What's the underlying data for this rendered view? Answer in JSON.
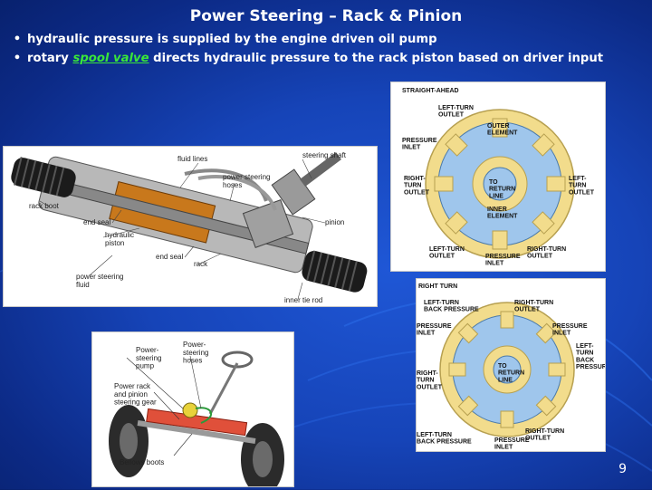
{
  "slide": {
    "title": "Power Steering – Rack & Pinion",
    "page_number": "9"
  },
  "bullets": [
    {
      "text_before": "hydraulic pressure is supplied by the engine driven oil pump",
      "highlight": "",
      "text_after": ""
    },
    {
      "text_before": "rotary ",
      "highlight": "spool valve",
      "text_after": " directs hydraulic pressure to the rack piston based on driver input"
    }
  ],
  "rack_diagram": {
    "labels": {
      "fluid_lines": "fluid lines",
      "steering_shaft": "steering shaft",
      "hoses": "power steering\nhoses",
      "rack_boot": "rack boot",
      "end_seal1": "end seal",
      "hydraulic_piston": "hydraulic\npiston",
      "pinion": "pinion",
      "end_seal2": "end seal",
      "rack": "rack",
      "fluid": "power steering\nfluid",
      "inner_tie_rod": "inner tie rod"
    }
  },
  "car_diagram": {
    "labels": {
      "pump": "Power-\nsteering\npump",
      "hoses": "Power-\nsteering\nhoses",
      "gear": "Power rack\nand pinion\nsteering gear",
      "boots": "Bellows boots"
    }
  },
  "valve_straight": {
    "title": "STRAIGHT-AHEAD",
    "labels": {
      "left_turn_outlet_top": "LEFT-TURN\nOUTLET",
      "outer_element": "OUTER\nELEMENT",
      "pressure_inlet_left": "PRESSURE\nINLET",
      "to_return_line": "TO\nRETURN\nLINE",
      "right_turn_outlet_left": "RIGHT-\nTURN\nOUTLET",
      "left_turn_outlet_right": "LEFT-\nTURN\nOUTLET",
      "inner_element": "INNER\nELEMENT",
      "left_turn_outlet_bottom": "LEFT-TURN\nOUTLET",
      "pressure_inlet_bottom": "PRESSURE\nINLET",
      "right_turn_outlet_bottom": "RIGHT-TURN\nOUTLET"
    }
  },
  "valve_right": {
    "title": "RIGHT TURN",
    "labels": {
      "left_turn_back_pressure": "LEFT-TURN\nBACK PRESSURE",
      "right_turn_outlet_top": "RIGHT-TURN\nOUTLET",
      "pressure_inlet_left": "PRESSURE\nINLET",
      "pressure_inlet_right": "PRESSURE\nINLET",
      "left_turn_back_pressure_right": "LEFT-\nTURN\nBACK\nPRESSURE",
      "to_return_line": "TO\nRETURN\nLINE",
      "right_turn_outlet_left": "RIGHT-\nTURN\nOUTLET",
      "left_turn_back_pressure_bottom": "LEFT-TURN\nBACK PRESSURE",
      "pressure_inlet_bottom": "PRESSURE\nINLET",
      "right_turn_outlet_bottom": "RIGHT-TURN\nOUTLET"
    }
  }
}
